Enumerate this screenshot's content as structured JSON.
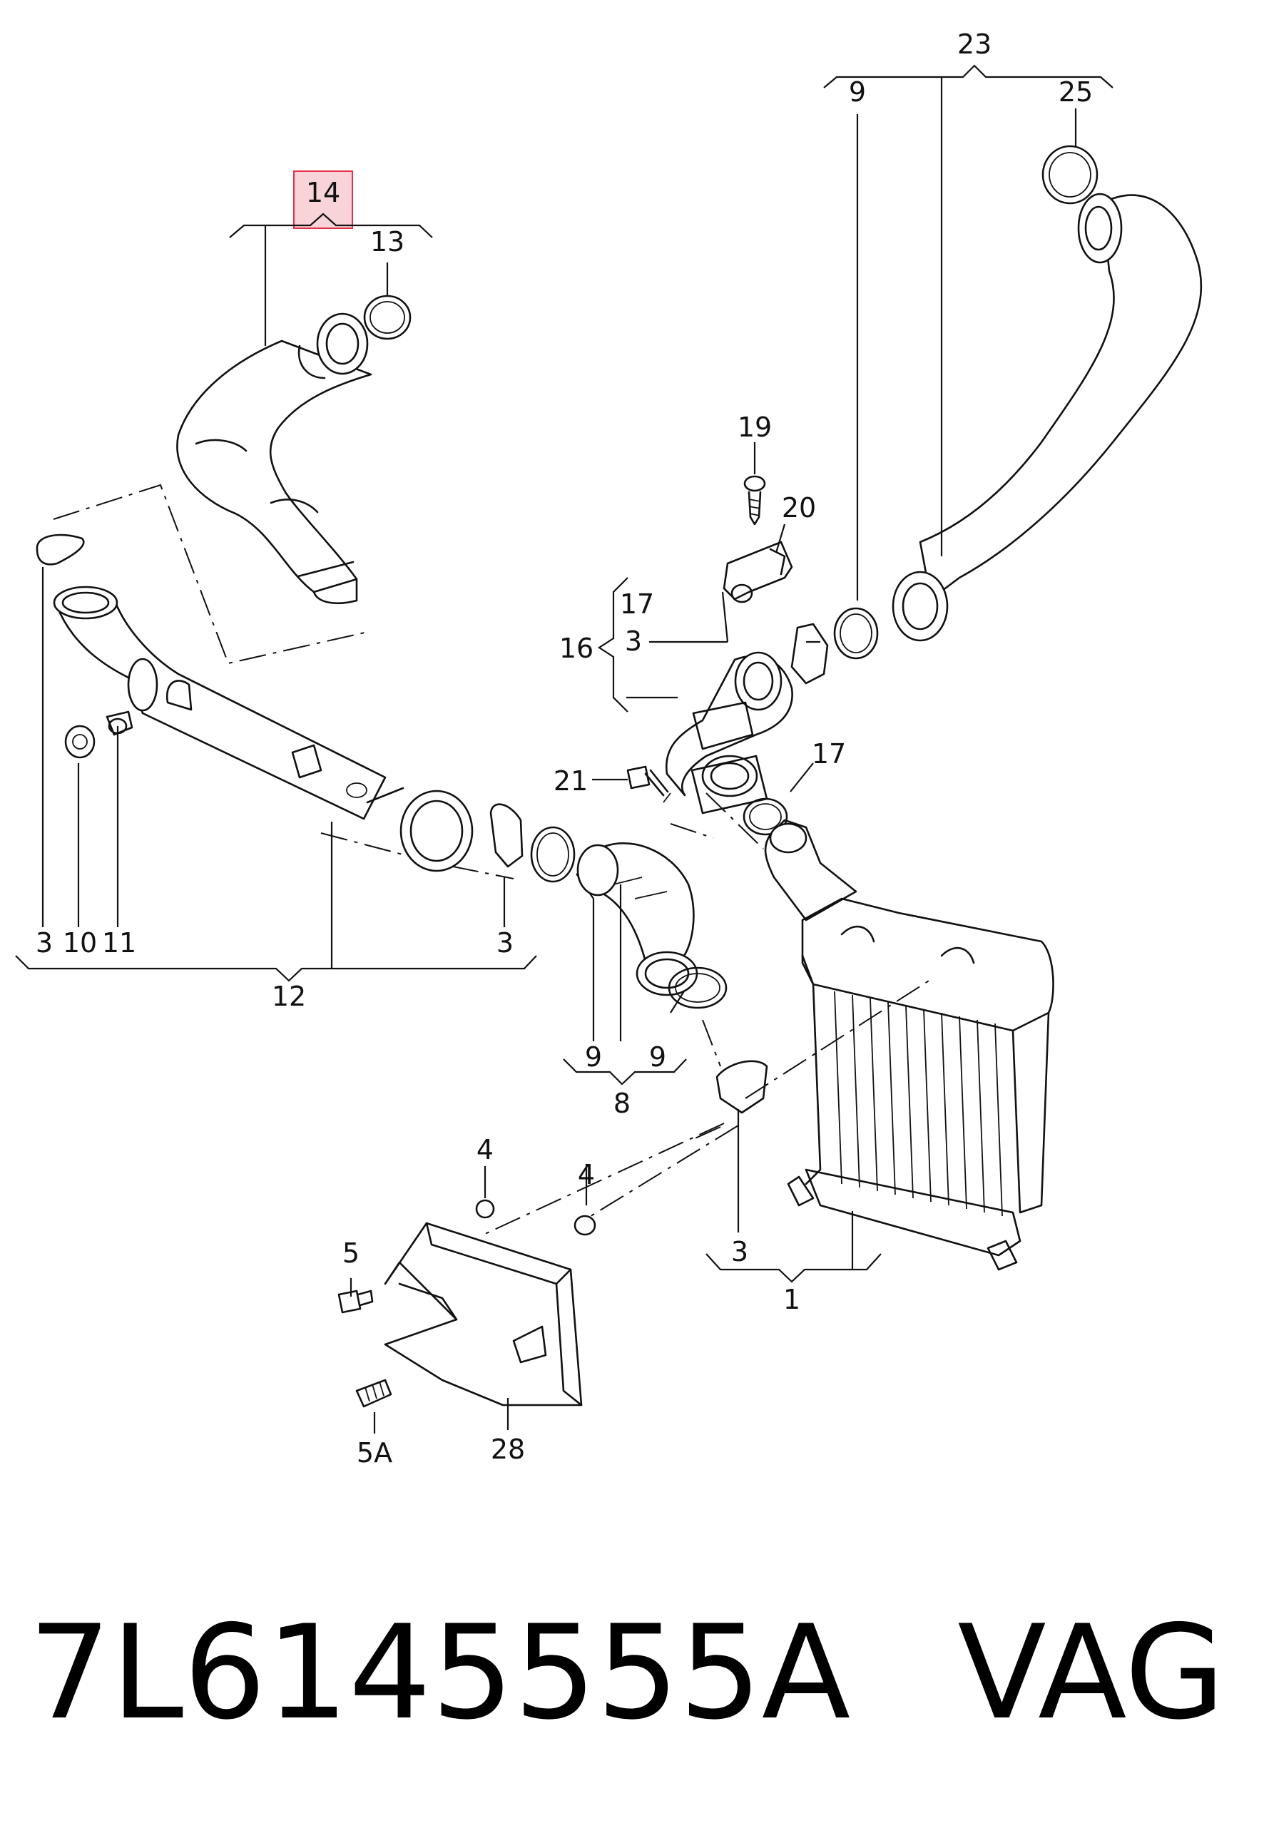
{
  "callouts": {
    "c1": "1",
    "c3a": "3",
    "c3b": "3",
    "c3c": "3",
    "c3d": "3",
    "c4a": "4",
    "c4b": "4",
    "c5": "5",
    "c5a": "5A",
    "c8": "8",
    "c9a": "9",
    "c9b": "9",
    "c9c": "9",
    "c10": "10",
    "c11": "11",
    "c12": "12",
    "c13": "13",
    "c14": "14",
    "c16": "16",
    "c17a": "17",
    "c17b": "17",
    "c19": "19",
    "c20": "20",
    "c21": "21",
    "c23": "23",
    "c25": "25",
    "c28": "28"
  },
  "highlight": {
    "part": "14",
    "color": "#f8d3d8",
    "border": "#e0304a"
  },
  "footer": {
    "part_number": "7L6145555A",
    "brand": "VAG"
  }
}
